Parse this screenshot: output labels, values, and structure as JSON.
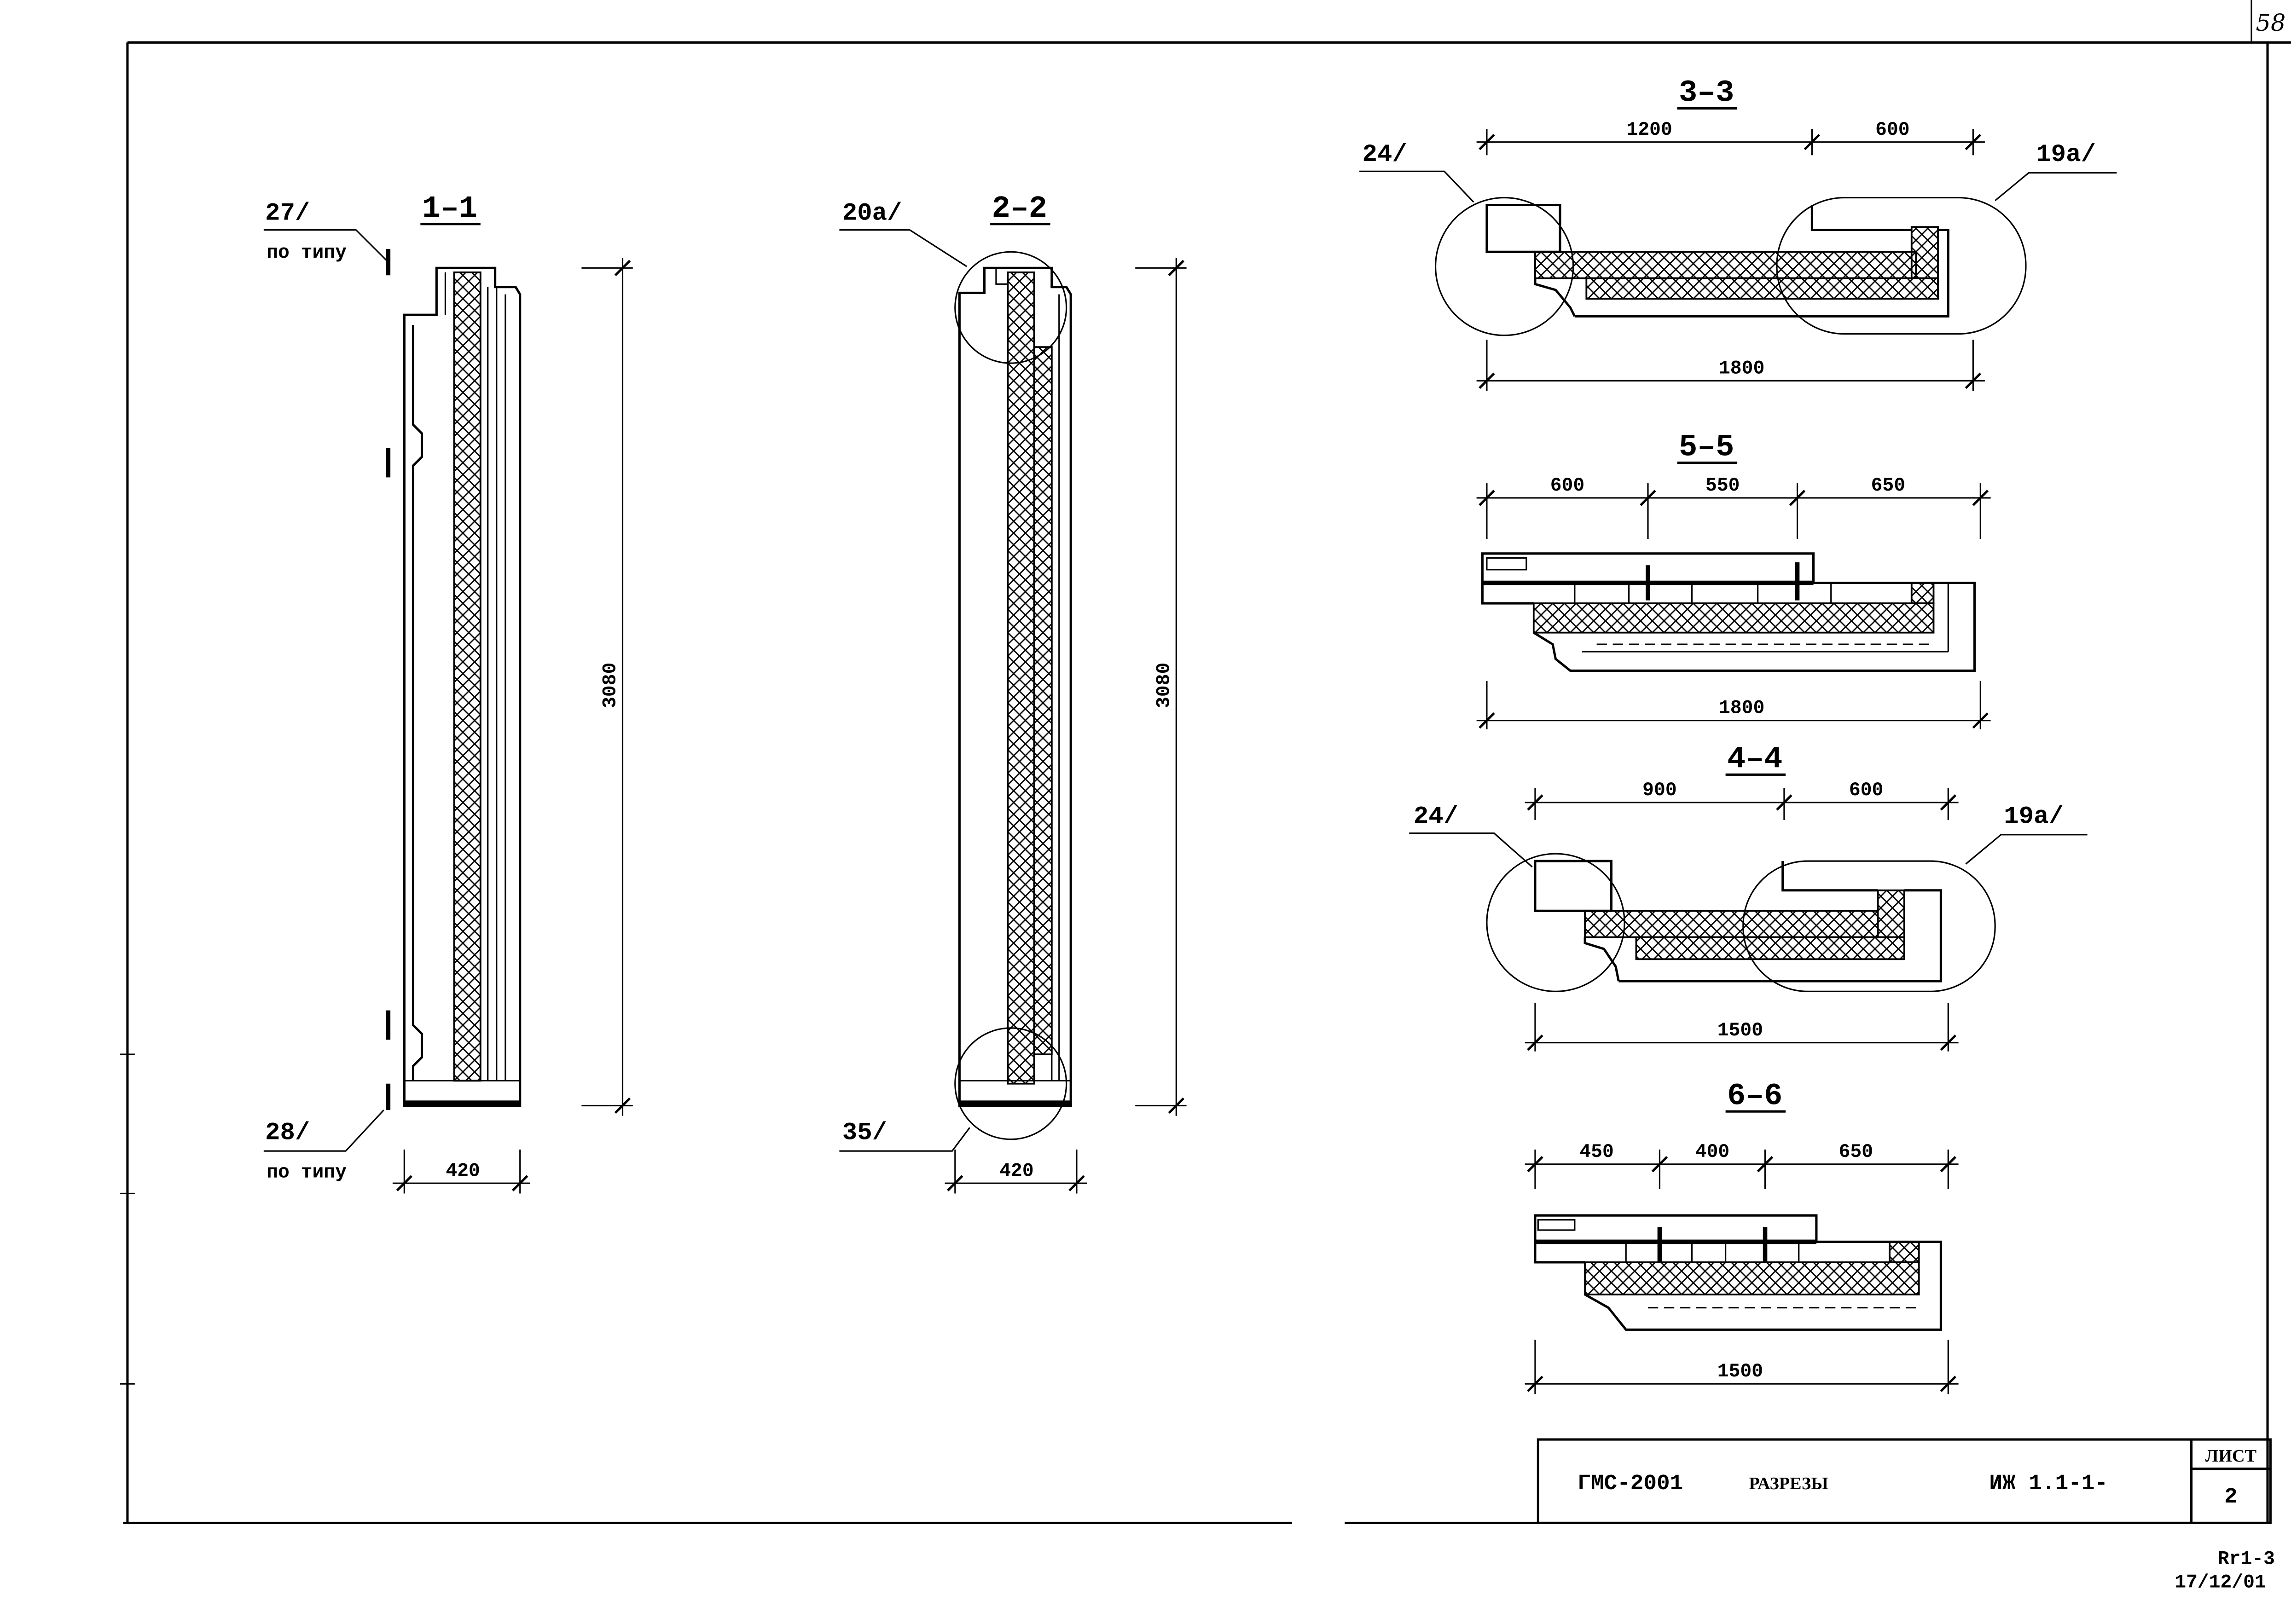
{
  "sheet_number_corner": "58",
  "section_1": {
    "title": "1–1",
    "callout_top": "27/",
    "callout_top_note": "по типу",
    "callout_bottom": "28/",
    "callout_bottom_note": "по типу",
    "height_dim": "3080",
    "width_dim": "420"
  },
  "section_2": {
    "title": "2–2",
    "callout_top": "20а/",
    "callout_bottom": "35/",
    "height_dim": "3080",
    "width_dim": "420"
  },
  "section_3": {
    "title": "3–3",
    "callout_left": "24/",
    "callout_right": "19а/",
    "top_dims": [
      "1200",
      "600"
    ],
    "total_dim": "1800"
  },
  "section_5": {
    "title": "5–5",
    "top_dims": [
      "600",
      "550",
      "650"
    ],
    "total_dim": "1800"
  },
  "section_4": {
    "title": "4–4",
    "callout_left": "24/",
    "callout_right": "19а/",
    "top_dims": [
      "900",
      "600"
    ],
    "total_dim": "1500"
  },
  "section_6": {
    "title": "6–6",
    "top_dims": [
      "450",
      "400",
      "650"
    ],
    "total_dim": "1500"
  },
  "title_block": {
    "project_code": "ГМС-2001",
    "sheet_title": "РАЗРЕЗЫ",
    "document_code": "ИЖ 1.1-1-",
    "sheet_label": "ЛИСТ",
    "sheet_number": "2"
  },
  "stamp": {
    "code": "Rr1-3",
    "date": "17/12/01"
  },
  "colors": {
    "ink": "#000000",
    "paper": "#ffffff"
  }
}
